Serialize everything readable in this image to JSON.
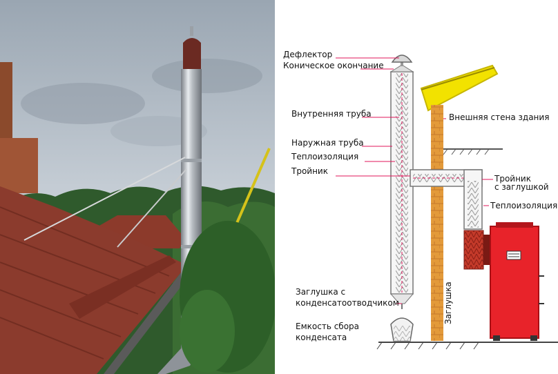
{
  "photo": {
    "description_icon": "chimney-photo"
  },
  "diagram": {
    "labels": {
      "deflector": "Дефлектор",
      "conical_end": "Коническое окончание",
      "inner_pipe": "Внутренняя труба",
      "outer_pipe": "Наружная труба",
      "insulation_left": "Теплоизоляция",
      "tee": "Тройник",
      "tee_with_plug_1": "Тройник",
      "tee_with_plug_2": "с заглушкой",
      "outer_wall": "Внешняя стена здания",
      "insulation_right": "Теплоизоляция",
      "plug_with_drain_1": "Заглушка  с",
      "plug_with_drain_2": "конденсатоотводчиком",
      "condensate_tank_1": "Емкость сбора",
      "condensate_tank_2": "конденсата",
      "plug_vertical": "Заглушка"
    },
    "colors": {
      "wall": "#e39a3a",
      "boiler": "#e8232a",
      "roof": "#f2e200",
      "leader": "#e0155a"
    }
  }
}
